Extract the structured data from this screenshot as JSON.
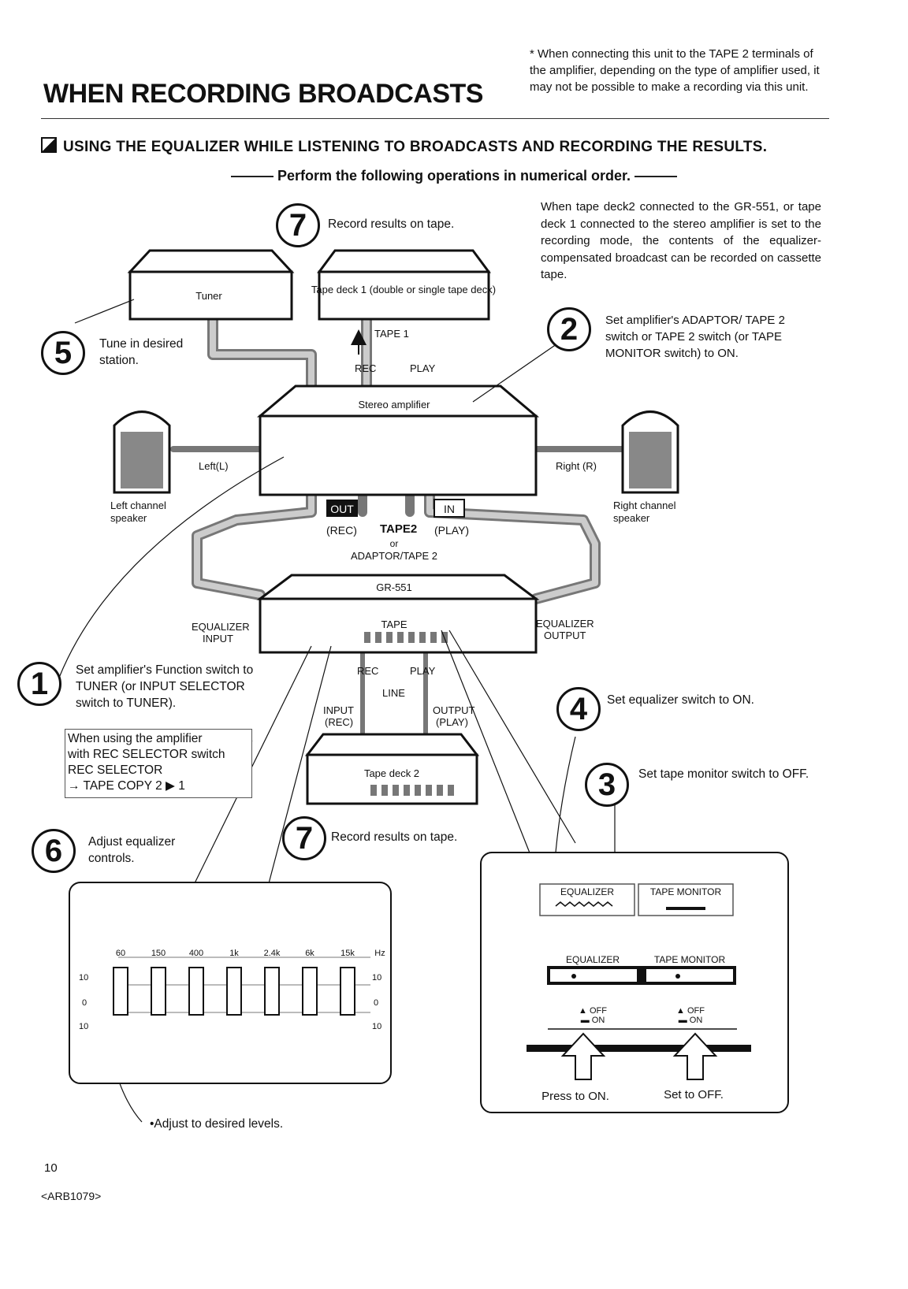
{
  "header": {
    "title": "WHEN RECORDING BROADCASTS",
    "top_note": "* When connecting this unit to the TAPE 2 terminals of the amplifier, depending on the type of amplifier used, it may not be possible to make a recording via this unit.",
    "section_title": "USING THE EQUALIZER WHILE LISTENING TO BROADCASTS AND RECORDING THE RESULTS.",
    "instruction": "——— Perform the following operations in numerical order. ———"
  },
  "intro_note": "When tape deck2 connected to the GR-551, or tape deck 1 connected to the stereo amplifier is set to the recording mode, the contents of the equalizer-compensated broadcast can be recorded on cassette tape.",
  "steps": {
    "s1": {
      "num": "1",
      "text": "Set amplifier's Function switch to TUNER (or INPUT SELECTOR switch to TUNER)."
    },
    "s2": {
      "num": "2",
      "text": "Set amplifier's ADAPTOR/ TAPE 2 switch or TAPE 2 switch (or TAPE MONITOR switch) to ON."
    },
    "s3": {
      "num": "3",
      "text": "Set tape monitor switch to OFF."
    },
    "s4": {
      "num": "4",
      "text": "Set equalizer switch to ON."
    },
    "s5": {
      "num": "5",
      "text": "Tune in desired station."
    },
    "s6": {
      "num": "6",
      "text": "Adjust equalizer controls."
    },
    "s7a": {
      "num": "7",
      "text": "Record results on tape."
    },
    "s7b": {
      "num": "7",
      "text": "Record results on tape."
    }
  },
  "rec_selector_note": {
    "line1": "When using the amplifier",
    "line2": "with REC SELECTOR switch",
    "line3": "REC SELECTOR",
    "line4": "→ TAPE COPY 2 ▶ 1"
  },
  "diagram": {
    "tuner": "Tuner",
    "tape_deck_1": "Tape deck 1 (double or single tape deck)",
    "tape_1": "TAPE 1",
    "rec": "REC",
    "play": "PLAY",
    "stereo_amp": "Stereo amplifier",
    "left": "Left(L)",
    "right": "Right (R)",
    "left_spk_1": "Left channel",
    "left_spk_2": "speaker",
    "right_spk_1": "Right channel",
    "right_spk_2": "speaker",
    "out": "OUT",
    "in": "IN",
    "out_rec": "(REC)",
    "in_play": "(PLAY)",
    "tape2": "TAPE2",
    "or": "or",
    "adaptor_tape2": "ADAPTOR/TAPE 2",
    "gr551": "GR-551",
    "tape": "TAPE",
    "eq_input_1": "EQUALIZER",
    "eq_input_2": "INPUT",
    "eq_output_1": "EQUALIZER",
    "eq_output_2": "OUTPUT",
    "line": "LINE",
    "input_rec_1": "INPUT",
    "input_rec_2": "(REC)",
    "output_play_1": "OUTPUT",
    "output_play_2": "(PLAY)",
    "tape_deck_2": "Tape deck 2"
  },
  "eq_panel": {
    "freqs": [
      "60",
      "150",
      "400",
      "1k",
      "2.4k",
      "6k",
      "15k"
    ],
    "unit": "Hz",
    "scale_top": "10",
    "scale_mid": "0",
    "scale_bot": "10"
  },
  "switch_panel": {
    "equalizer": "EQUALIZER",
    "tape_monitor": "TAPE MONITOR",
    "off": "▲ OFF",
    "on": "▬ ON",
    "press_on": "Press to ON.",
    "set_off": "Set to OFF."
  },
  "footer": {
    "adjust": "•Adjust to desired levels.",
    "page": "10",
    "code": "<ARB1079>"
  }
}
